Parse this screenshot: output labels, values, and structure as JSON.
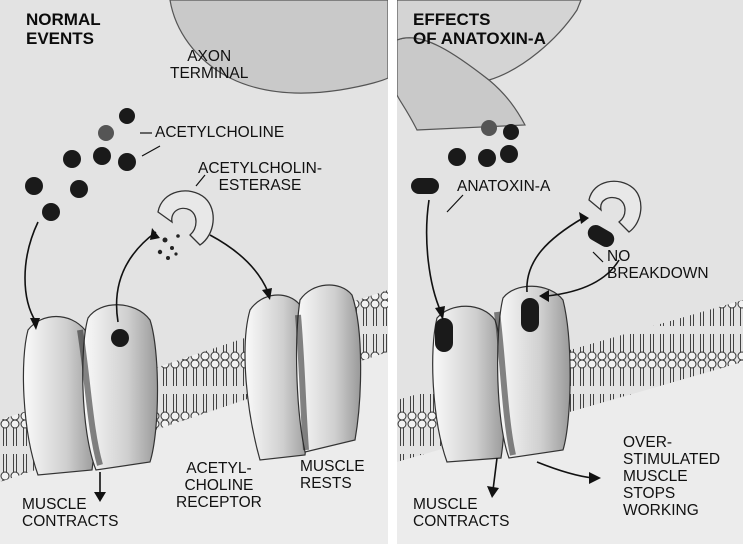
{
  "panels": {
    "normal": {
      "title_line1": "NORMAL",
      "title_line2": "EVENTS",
      "labels": {
        "axon_line1": "AXON",
        "axon_line2": "TERMINAL",
        "acetylcholine": "ACETYLCHOLINE",
        "esterase_line1": "ACETYLCHOLIN-",
        "esterase_line2": "ESTERASE",
        "contracts_line1": "MUSCLE",
        "contracts_line2": "CONTRACTS",
        "receptor_line1": "ACETYL-",
        "receptor_line2": "CHOLINE",
        "receptor_line3": "RECEPTOR",
        "rests_line1": "MUSCLE",
        "rests_line2": "RESTS"
      }
    },
    "anatoxin": {
      "title_line1": "EFFECTS",
      "title_line2": "OF ANATOXIN-A",
      "labels": {
        "anatoxin": "ANATOXIN-A",
        "no_breakdown_line1": "NO",
        "no_breakdown_line2": "BREAKDOWN",
        "contracts_line1": "MUSCLE",
        "contracts_line2": "CONTRACTS",
        "over_line1": "OVER-",
        "over_line2": "STIMULATED",
        "over_line3": "MUSCLE",
        "over_line4": "STOPS",
        "over_line5": "WORKING"
      }
    }
  }
}
